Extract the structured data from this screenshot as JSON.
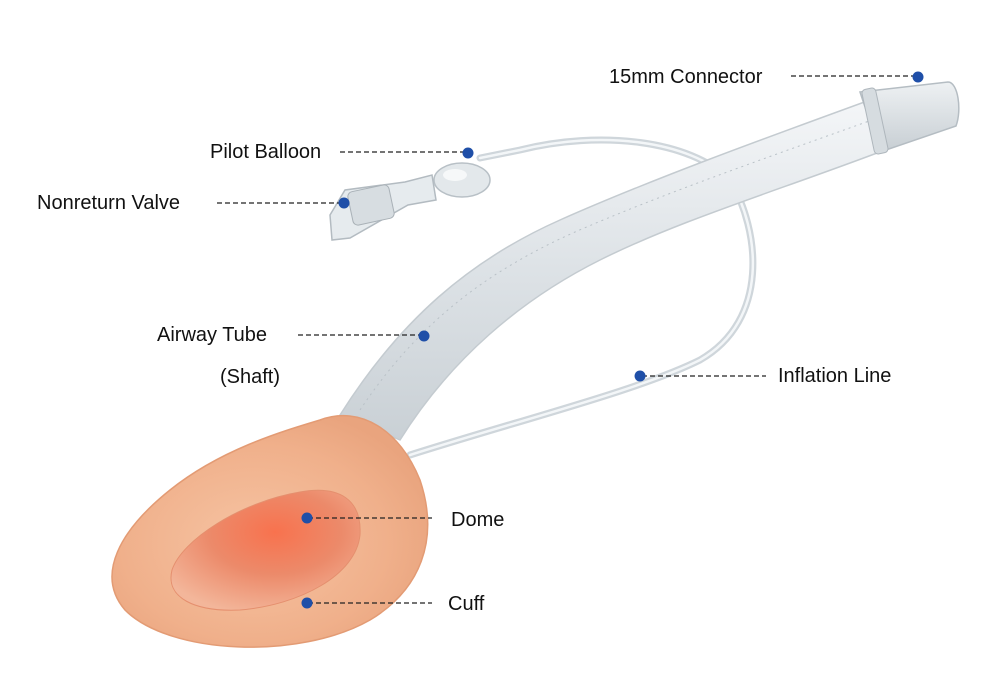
{
  "labels": {
    "connector": "15mm Connector",
    "pilot_balloon": "Pilot Balloon",
    "nonreturn_valve": "Nonreturn Valve",
    "airway_tube": "Airway Tube",
    "shaft": "(Shaft)",
    "inflation_line": "Inflation Line",
    "dome": "Dome",
    "cuff": "Cuff"
  },
  "colors": {
    "marker": "#1f4fa8",
    "leader": "#222222",
    "tube": "#dfe3e6",
    "cuff": "#f2b48f",
    "dome": "#e8866a",
    "background": "#ffffff"
  }
}
